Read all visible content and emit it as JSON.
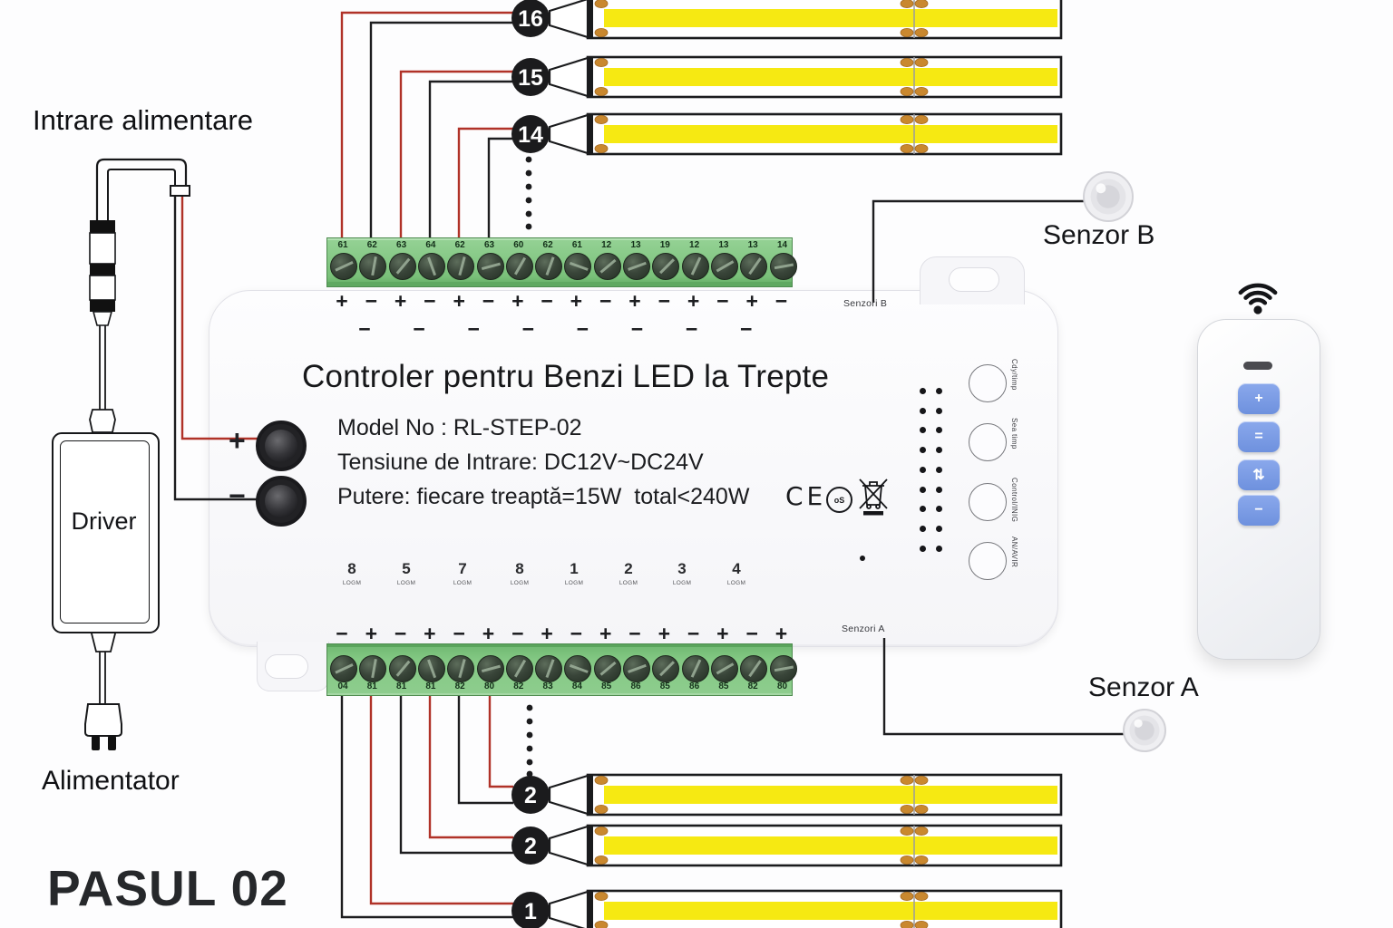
{
  "page": {
    "background": "#fdfdfe"
  },
  "left_panel": {
    "power_input_label": "Intrare alimentare",
    "driver_label": "Driver",
    "power_supply_label": "Alimentator",
    "step_label": "PASUL 02"
  },
  "controller": {
    "title": "Controler pentru Benzi LED la Trepte",
    "model_line": "Model No : RL-STEP-02",
    "voltage_line": "Tensiune de Intrare: DC12V~DC24V",
    "power_line": "Putere: fiecare treaptă=15W  total<240W",
    "plus": "+",
    "minus": "−",
    "cert_ce": "CE",
    "cert_circle": "oS",
    "sensor_b_port_label": "Senzori B",
    "sensor_a_port_label": "Senzori A",
    "top_terminal_labels": [
      "61",
      "62",
      "63",
      "64",
      "62",
      "63",
      "60",
      "62",
      "61",
      "12",
      "13",
      "19",
      "12",
      "13",
      "13",
      "14"
    ],
    "top_polarity": [
      "+",
      "−",
      "+",
      "−",
      "+",
      "−",
      "+",
      "−",
      "+",
      "−",
      "+",
      "−",
      "+",
      "−",
      "+",
      "−"
    ],
    "top_polarity_row2": [
      "−",
      "−",
      "−",
      "−",
      "−",
      "−",
      "−",
      "−"
    ],
    "bottom_polarity": [
      "−",
      "+",
      "−",
      "+",
      "−",
      "+",
      "−",
      "+",
      "−",
      "+",
      "−",
      "+",
      "−",
      "+",
      "−",
      "+"
    ],
    "bottom_terminal_labels": [
      "04",
      "81",
      "81",
      "81",
      "82",
      "80",
      "82",
      "83",
      "84",
      "85",
      "86",
      "85",
      "86",
      "85",
      "82",
      "80"
    ],
    "channel_numbers": [
      "8",
      "5",
      "7",
      "8",
      "1",
      "2",
      "3",
      "4"
    ],
    "channel_sublabels": [
      "LOGM",
      "LOGM",
      "LOGM",
      "LOGM",
      "LOGM",
      "LOGM",
      "LOGM",
      "LOGM"
    ],
    "button_labels": [
      "Cdy/timp",
      "Sea timp",
      "Control/INIG",
      "AN/AVIR"
    ]
  },
  "sensors": {
    "sensor_b_label": "Senzor B",
    "sensor_a_label": "Senzor A"
  },
  "strips_top": [
    {
      "number": "16"
    },
    {
      "number": "15"
    },
    {
      "number": "14"
    }
  ],
  "strips_bottom": [
    {
      "number": "2"
    },
    {
      "number": "2"
    },
    {
      "number": "1"
    }
  ],
  "remote": {
    "button_icons": [
      "+",
      "=",
      "⇅",
      "−"
    ]
  },
  "colors": {
    "wire_red": "#b03228",
    "wire_black": "#1d1d1f",
    "terminal_green": "#7ec77f",
    "strip_yellow": "#f6e912",
    "pad_copper": "#c9882f",
    "remote_button_blue": "#7b9ce4",
    "badge_black": "#1b1b1d"
  }
}
